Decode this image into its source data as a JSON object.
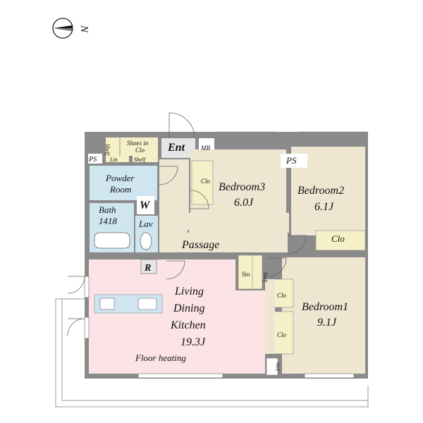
{
  "compass": {
    "label": "N"
  },
  "rooms": {
    "entrance": "Ent",
    "meter_box": "MB",
    "pipe_space_1": "PS",
    "pipe_space_2": "PS",
    "shelf_top": "Shelf",
    "shoes_in_clo_line1": "Shoes in",
    "shoes_in_clo_line2": "Clo",
    "shelf_small": "Shelf",
    "linen": "Lin",
    "powder_room_line1": "Powder",
    "powder_room_line2": "Room",
    "washer": "W",
    "bath_line1": "Bath",
    "bath_line2": "1418",
    "lavatory": "Lav",
    "refrigerator": "R",
    "passage": "Passage",
    "bedroom3_name": "Bedroom3",
    "bedroom3_size": "6.0J",
    "bedroom3_closet": "Clo",
    "bedroom2_name": "Bedroom2",
    "bedroom2_size": "6.1J",
    "bedroom2_closet": "Clo",
    "storage": "Sto",
    "shelf_mid": "Shelf",
    "bedroom1_name": "Bedroom1",
    "bedroom1_size": "9.1J",
    "bedroom1_closet_a": "Clo",
    "bedroom1_closet_b": "Clo",
    "ldk_line1": "Living",
    "ldk_line2": "Dining",
    "ldk_line3": "Kitchen",
    "ldk_size": "19.3J",
    "floor_heating": "Floor heating",
    "shelf_ldk": "Shelf"
  },
  "colors": {
    "wall": "#8a8a8a",
    "floor_beige": "#efe6d2",
    "floor_ldk": "#fbe3e6",
    "wet_area": "#cfe6f1",
    "closet": "#f6f0c8",
    "balcony": "#ffffff",
    "label_box": "#e6e6e6"
  }
}
